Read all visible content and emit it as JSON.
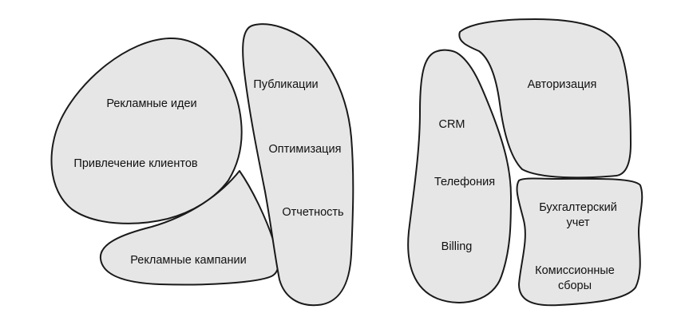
{
  "diagram": {
    "regions": {
      "marketing": {
        "label_ideas": "Рекламные идеи",
        "label_clients": "Привлечение клиентов"
      },
      "campaigns": {
        "label": "Рекламные кампании"
      },
      "publishing": {
        "label_publications": "Публикации",
        "label_optimization": "Оптимизация",
        "label_reporting": "Отчетность"
      },
      "telecom": {
        "label_crm": "CRM",
        "label_telephony": "Телефония",
        "label_billing": "Billing"
      },
      "auth": {
        "label": "Авторизация"
      },
      "finance": {
        "label_accounting_1": "Бухгалтерский",
        "label_accounting_2": "учет",
        "label_fees_1": "Комиссионные",
        "label_fees_2": "сборы"
      }
    }
  }
}
